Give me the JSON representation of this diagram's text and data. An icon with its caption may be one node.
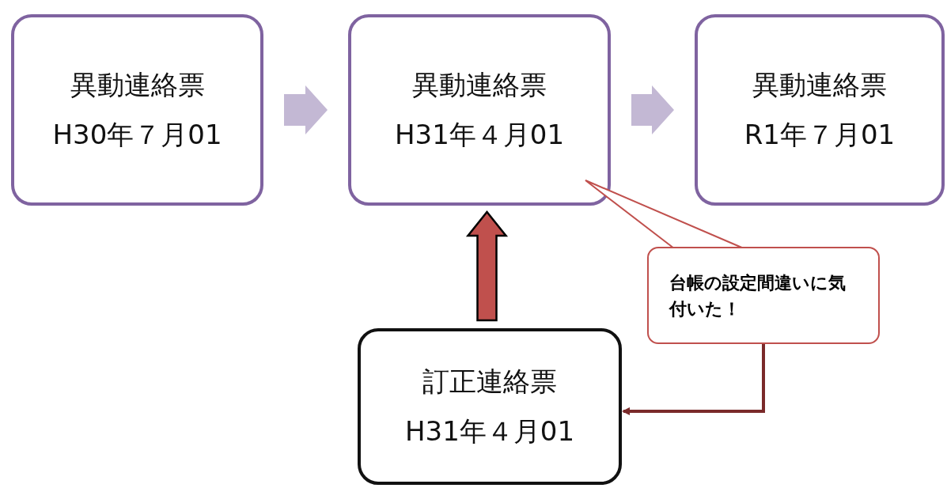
{
  "diagram": {
    "nodes": [
      {
        "text": [
          "異動連絡票",
          "H30年７月01"
        ]
      },
      {
        "text": [
          "異動連絡票",
          "H31年４月01"
        ]
      },
      {
        "text": [
          "異動連絡票",
          "R1年７月01"
        ]
      },
      {
        "text": [
          "台帳の設定間違いに気付いた！"
        ]
      },
      {
        "text": [
          "訂正連絡票",
          "H31年４月01"
        ]
      }
    ],
    "edges": [
      {
        "from": 0,
        "to": 1,
        "arrow": "to",
        "style": "thick",
        "color": "#c3b8d4"
      },
      {
        "from": 1,
        "to": 2,
        "arrow": "to",
        "style": "thick",
        "color": "#c3b8d4"
      },
      {
        "from": 4,
        "to": 1,
        "arrow": "to",
        "style": "thick",
        "color": "#c0504d"
      },
      {
        "from": 3,
        "to": 4,
        "arrow": "to",
        "color": "#7a2a2a"
      }
    ]
  }
}
